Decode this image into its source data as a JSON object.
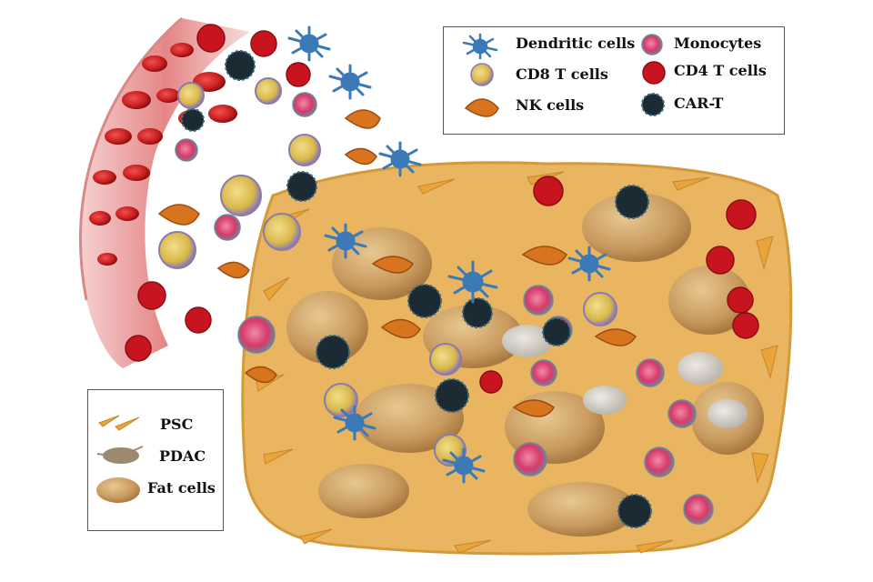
{
  "legend_cells": {
    "dendritic": "Dendritic cells",
    "monocytes": "Monocytes",
    "cd8": "CD8 T cells",
    "cd4": "CD4 T cells",
    "nk": "NK cells",
    "cart": "CAR-T"
  },
  "legend_stroma": {
    "psc": "PSC",
    "pdac": "PDAC",
    "fat": "Fat cells"
  },
  "colors": {
    "blood_vessel": "#e07070",
    "red_blood_cell": "#c81e1e",
    "dendritic": "#3b79b7",
    "monocyte_core": "#d63a6a",
    "cd8": "#d9b84a",
    "cd4": "#c8141e",
    "nk": "#d8741e",
    "cart": "#1c2a33",
    "psc": "#e8a63a",
    "pdac": "#9c8a70",
    "fat": "#c89a5e"
  },
  "icons": {
    "dendritic": "dendritic-cell-icon",
    "monocytes": "monocyte-icon",
    "cd8": "cd8-t-cell-icon",
    "cd4": "cd4-t-cell-icon",
    "nk": "nk-cell-icon",
    "cart": "car-t-cell-icon",
    "psc": "psc-icon",
    "pdac": "pdac-icon",
    "fat": "fat-cell-icon"
  }
}
